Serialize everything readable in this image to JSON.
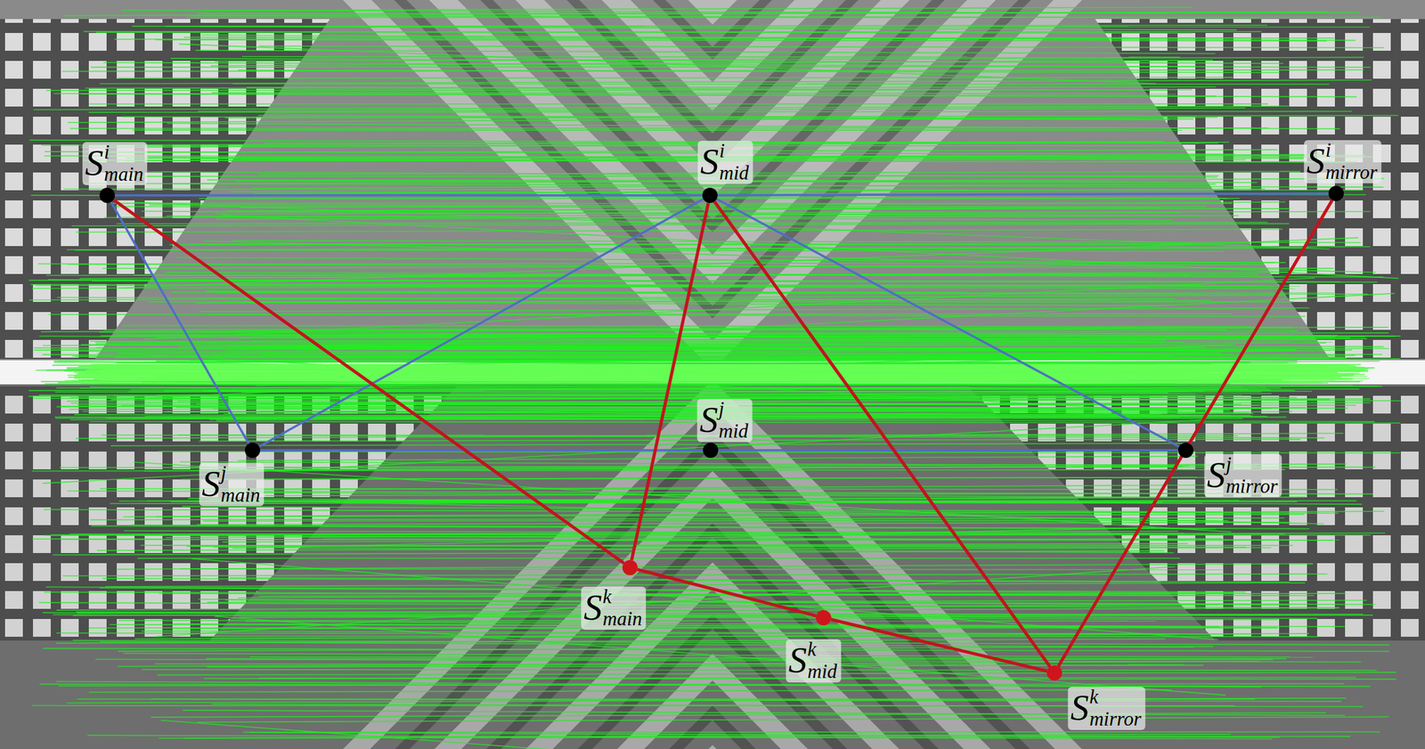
{
  "diagram": {
    "nodes": [
      {
        "text": [
          "S",
          "i",
          "main"
        ]
      },
      {
        "text": [
          "S",
          "i",
          "mid"
        ]
      },
      {
        "text": [
          "S",
          "i",
          "mirror"
        ]
      },
      {
        "text": [
          "S",
          "j",
          "main"
        ]
      },
      {
        "text": [
          "S",
          "j",
          "mid"
        ]
      },
      {
        "text": [
          "S",
          "j",
          "mirror"
        ]
      },
      {
        "text": [
          "S",
          "k",
          "main"
        ]
      },
      {
        "text": [
          "S",
          "k",
          "mid"
        ]
      },
      {
        "text": [
          "S",
          "k",
          "mirror"
        ]
      }
    ],
    "edges": [
      {
        "from": 0,
        "to": 1,
        "arrow": "none"
      },
      {
        "from": 1,
        "to": 2,
        "arrow": "none"
      },
      {
        "from": 0,
        "to": 3,
        "arrow": "none"
      },
      {
        "from": 3,
        "to": 1,
        "arrow": "none"
      },
      {
        "from": 1,
        "to": 5,
        "arrow": "none"
      },
      {
        "from": 2,
        "to": 5,
        "arrow": "none"
      },
      {
        "from": 3,
        "to": 4,
        "arrow": "none"
      },
      {
        "from": 4,
        "to": 5,
        "arrow": "none"
      },
      {
        "from": 0,
        "to": 6,
        "arrow": "none"
      },
      {
        "from": 1,
        "to": 6,
        "arrow": "none"
      },
      {
        "from": 1,
        "to": 8,
        "arrow": "none"
      },
      {
        "from": 2,
        "to": 8,
        "arrow": "none"
      },
      {
        "from": 6,
        "to": 7,
        "arrow": "none"
      },
      {
        "from": 7,
        "to": 8,
        "arrow": "none"
      }
    ]
  }
}
